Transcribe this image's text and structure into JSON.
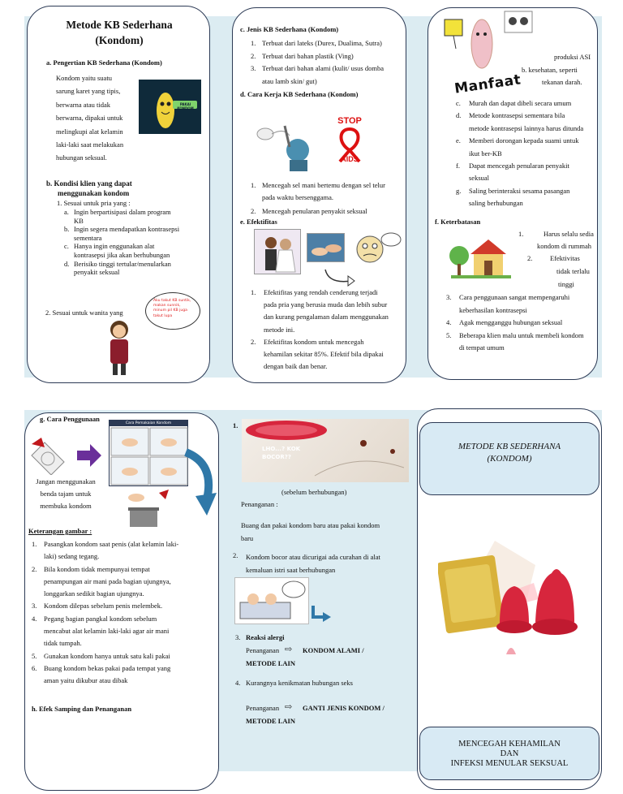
{
  "colors": {
    "band": "#dcecf2",
    "border": "#2c3a55",
    "cover_box": "#d8eaf4",
    "condom_red": "#d7263d"
  },
  "p1": {
    "title1": "Metode KB Sederhana",
    "title2": "(Kondom)",
    "a_head": "a.   Pengertian KB Sederhana (Kondom)",
    "a_lines": [
      "Kondom yaitu suatu",
      "sarung karet yang tipis,",
      "berwarna atau tidak",
      "berwarna, dipakai untuk",
      "melingkupi alat kelamin",
      "laki-laki saat melakukan",
      "hubungan seksual."
    ],
    "b_head1": "b.  Kondisi klien yang dapat",
    "b_head2": "menggunakan kondom",
    "b_1": "1.  Sesuai untuk pria yang :",
    "b_items": [
      {
        "l": "a.",
        "t1": "Ingin   berpartisipasi   dalam   program",
        "t2": "KB"
      },
      {
        "l": "b.",
        "t1": "Ingin segera mendapatkan kontrasepsi",
        "t2": "sementara"
      },
      {
        "l": "c.",
        "t1": "Hanya    ingin    enggunakan    alat",
        "t2": "kontrasepsi jika akan berhubungan"
      },
      {
        "l": "d.",
        "t1": "Berisiko   tinggi   tertular/menularkan",
        "t2": "penyakit seksual"
      }
    ],
    "b_2": "2. Sesuai untuk wanita yang",
    "bubble": "Aku takut KB suntik, makan sunnik, minum pil KB juga takut lupa",
    "sign_text": "PAKAI KONDOM"
  },
  "p2": {
    "c_head": "c.   Jenis KB Sederhana (Kondom)",
    "c_items": [
      {
        "n": "1.",
        "t": "Terbuat dari lateks (Durex, Dualima, Sutra)"
      },
      {
        "n": "2.",
        "t": "Terbuat dari bahan plastik (Ving)"
      },
      {
        "n": "3.",
        "t1": "Terbuat dari bahan alami (kulit/ usus domba",
        "t2": "atau lamb skin/ gut)"
      }
    ],
    "d_head": "d.   Cara Kerja KB Sederhana (Kondom)",
    "stop": "STOP",
    "aids": "AIDS",
    "d_items": [
      {
        "n": "1.",
        "t1": "Mencegah sel mani bertemu dengan sel telur",
        "t2": "pada waktu bersenggama."
      },
      {
        "n": "2.",
        "t": "Mencegah penularan penyakit seksual"
      }
    ],
    "e_head": "e.  Efektifitas",
    "e_items": [
      {
        "n": "1.",
        "lines": [
          "Efektifitas  yang  rendah  cenderung  terjadi",
          "pada pria yang berusia muda dan  lebih subur",
          "dan kurang pengalaman dalam menggunakan",
          "metode ini."
        ]
      },
      {
        "n": "2.",
        "lines": [
          "Efektifitas    kondom    untuk    mencegah",
          "kehamilan sekitar 85%.  Efektif bila dipakai",
          "dengan baik dan benar."
        ]
      }
    ]
  },
  "p3": {
    "manfaat": "Manfaat",
    "prod": "produksi ASI",
    "b1": "b.   kesehatan, seperti",
    "b2": "tekanan darah.",
    "items": [
      {
        "l": "c.",
        "t": "Murah dan dapat dibeli secara umum"
      },
      {
        "l": "d.",
        "t1": "Metode kontrasepsi sementara bila",
        "t2": "metode kontrasepsi lainnya harus ditunda"
      },
      {
        "l": "e.",
        "t1": "Memberi dorongan kepada suami untuk",
        "t2": "ikut ber-KB"
      },
      {
        "l": "f.",
        "t1": "Dapat mencegah penularan penyakit",
        "t2": "seksual"
      },
      {
        "l": "g.",
        "t1": "Saling berinteraksi sesama pasangan",
        "t2": "saling berhubungan"
      }
    ],
    "f_head": "f.     Keterbatasan",
    "f1a": "1.",
    "f1b": "Harus selalu sedia",
    "f1c": "kondom di rummah",
    "f2a": "2.",
    "f2b": "Efektivitas",
    "f2c": "tidak terlalu",
    "f2d": "tinggi",
    "f_items": [
      {
        "n": "3.",
        "t1": "Cara  penggunaan  sangat  mempengaruhi",
        "t2": "keberhasilan kontrasepsi"
      },
      {
        "n": "4.",
        "t": "Agak mengganggu hubungan seksual"
      },
      {
        "n": "5.",
        "t1": "Beberapa klien malu untuk membeli kondom",
        "t2": "di tempat umum"
      }
    ]
  },
  "p4": {
    "g_head": "g.     Cara Penggunaan",
    "g_text": [
      "Jangan menggunakan",
      "benda tajam untuk",
      "membuka kondom"
    ],
    "ket": "Keterangan gambar :",
    "items": [
      {
        "n": "1.",
        "lines": [
          "Pasangkan kondom saat penis (alat kelamin laki-",
          "laki) sedang tegang."
        ]
      },
      {
        "n": "2.",
        "lines": [
          "Bila    kondom    tidak    mempunyai    tempat",
          "penampungan air mani pada bagian ujungnya,",
          "longgarkan sedikit bagian ujungnya."
        ]
      },
      {
        "n": "3.",
        "lines": [
          "Kondom dilepas sebelum penis melembek."
        ]
      },
      {
        "n": "4.",
        "lines": [
          "Pegang    bagian    pangkal    kondom    sebelum",
          "mencabut alat kelamin laki-laki agar air mani",
          "tidak tumpah."
        ]
      },
      {
        "n": "5.",
        "lines": [
          "Gunakan kondom hanya untuk satu kali pakai"
        ]
      },
      {
        "n": "6.",
        "lines": [
          "Buang kondom bekas pakai pada tempat yang",
          "aman yaitu dikubur atau dibak"
        ]
      }
    ],
    "h_head": "h.   Efek Samping dan Penanganan",
    "step_title": "Cara Pemakaian Kondom"
  },
  "p5": {
    "n1": "1.",
    "photo_text": "LHO...? KOK BOCOR??",
    "cap": "(sebelum berhubungan)",
    "pen": "Penanganan :",
    "pen_t1": "Buang dan pakai kondom baru atau pakai kondom",
    "pen_t2": "baru",
    "s2_n": "2.",
    "s2_t1": "Kondom bocor atau dicurigai ada curahan di alat",
    "s2_t2": "kemaluan istri saat berhubungan",
    "s3_n": "3.",
    "s3": "Reaksi alergi",
    "s3_pen": "Penanganan",
    "s3_res1": "KONDOM ALAMI /",
    "s3_res2": "METODE LAIN",
    "s4_n": "4.",
    "s4": "Kurangnya kenikmatan hubungan seks",
    "s4_pen": "Penanganan",
    "s4_res1": "GANTI JENIS KONDOM /",
    "s4_res2": "METODE LAIN"
  },
  "p6": {
    "cover1": "METODE KB SEDERHANA",
    "cover2": "(KONDOM)",
    "bottom1": "MENCEGAH KEHAMILAN",
    "bottom2": "DAN",
    "bottom3": "INFEKSI MENULAR SEKSUAL"
  }
}
